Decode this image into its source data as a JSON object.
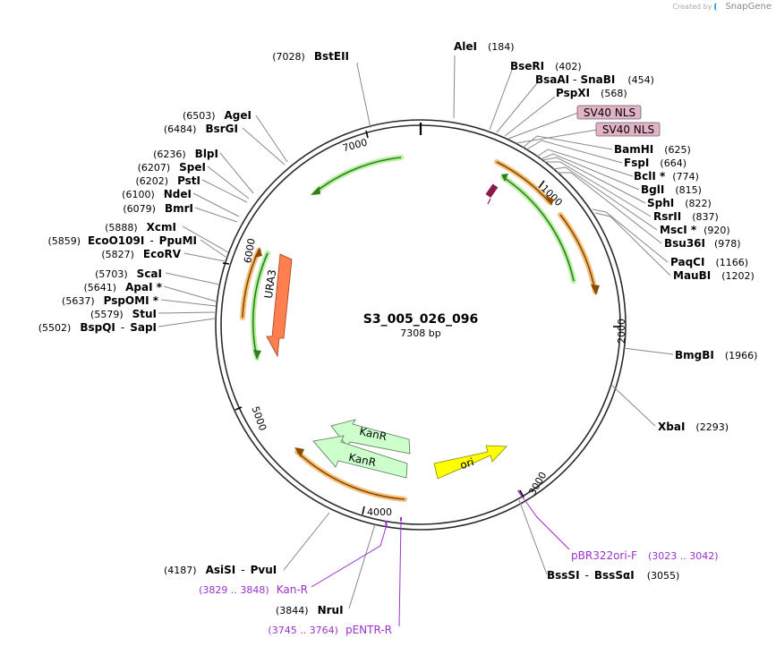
{
  "credit": {
    "created_by": "Created by",
    "brand": "SnapGene"
  },
  "plasmid": {
    "name": "S3_005_026_096",
    "length": "7308 bp"
  },
  "ticks": [
    "1000",
    "2000",
    "3000",
    "4000",
    "5000",
    "6000",
    "7000"
  ],
  "sites": [
    {
      "id": "alei",
      "pos": "(184)",
      "names": [
        "AleI"
      ]
    },
    {
      "id": "bseri",
      "pos": "(402)",
      "names": [
        "BseRI"
      ]
    },
    {
      "id": "bsaai",
      "pos": "(454)",
      "names": [
        "BsaAI",
        "SnaBI"
      ]
    },
    {
      "id": "pspxi",
      "pos": "(568)",
      "names": [
        "PspXI"
      ]
    },
    {
      "id": "bamhi",
      "pos": "(625)",
      "names": [
        "BamHI"
      ]
    },
    {
      "id": "fspi",
      "pos": "(664)",
      "names": [
        "FspI"
      ]
    },
    {
      "id": "bcli",
      "pos": "(774)",
      "names": [
        "BclI *"
      ]
    },
    {
      "id": "bgli",
      "pos": "(815)",
      "names": [
        "BglI"
      ]
    },
    {
      "id": "sphi",
      "pos": "(822)",
      "names": [
        "SphI"
      ]
    },
    {
      "id": "rsrii",
      "pos": "(837)",
      "names": [
        "RsrII"
      ]
    },
    {
      "id": "msci",
      "pos": "(920)",
      "names": [
        "MscI *"
      ]
    },
    {
      "id": "bsu36i",
      "pos": "(978)",
      "names": [
        "Bsu36I"
      ]
    },
    {
      "id": "paqci",
      "pos": "(1166)",
      "names": [
        "PaqCI"
      ]
    },
    {
      "id": "maubi",
      "pos": "(1202)",
      "names": [
        "MauBI"
      ]
    },
    {
      "id": "bmgbi",
      "pos": "(1966)",
      "names": [
        "BmgBI"
      ]
    },
    {
      "id": "xbai",
      "pos": "(2293)",
      "names": [
        "XbaI"
      ]
    },
    {
      "id": "bsssi",
      "pos": "(3055)",
      "names": [
        "BssSI",
        "BssSαI"
      ]
    },
    {
      "id": "nrui",
      "pos": "(3844)",
      "names": [
        "NruI"
      ]
    },
    {
      "id": "asisi",
      "pos": "(4187)",
      "names": [
        "AsiSI",
        "PvuI"
      ]
    },
    {
      "id": "bspqi",
      "pos": "(5502)",
      "names": [
        "BspQI",
        "SapI"
      ]
    },
    {
      "id": "stui",
      "pos": "(5579)",
      "names": [
        "StuI"
      ]
    },
    {
      "id": "pspomi",
      "pos": "(5637)",
      "names": [
        "PspOMI *"
      ]
    },
    {
      "id": "apai",
      "pos": "(5641)",
      "names": [
        "ApaI *"
      ]
    },
    {
      "id": "scai",
      "pos": "(5703)",
      "names": [
        "ScaI"
      ]
    },
    {
      "id": "ecorv",
      "pos": "(5827)",
      "names": [
        "EcoRV"
      ]
    },
    {
      "id": "ecoo109i",
      "pos": "(5859)",
      "names": [
        "EcoO109I",
        "PpuMI"
      ]
    },
    {
      "id": "xcmi",
      "pos": "(5888)",
      "names": [
        "XcmI"
      ]
    },
    {
      "id": "bmri",
      "pos": "(6079)",
      "names": [
        "BmrI"
      ]
    },
    {
      "id": "ndei",
      "pos": "(6100)",
      "names": [
        "NdeI"
      ]
    },
    {
      "id": "psti",
      "pos": "(6202)",
      "names": [
        "PstI"
      ]
    },
    {
      "id": "spei",
      "pos": "(6207)",
      "names": [
        "SpeI"
      ]
    },
    {
      "id": "blpi",
      "pos": "(6236)",
      "names": [
        "BlpI"
      ]
    },
    {
      "id": "bsrgi",
      "pos": "(6484)",
      "names": [
        "BsrGI"
      ]
    },
    {
      "id": "agei",
      "pos": "(6503)",
      "names": [
        "AgeI"
      ]
    },
    {
      "id": "bsteii",
      "pos": "(7028)",
      "names": [
        "BstEII"
      ]
    }
  ],
  "features": [
    {
      "id": "sv40-nls-1",
      "label": "SV40 NLS"
    },
    {
      "id": "sv40-nls-2",
      "label": "SV40 NLS"
    },
    {
      "id": "ura3",
      "label": "URA3"
    },
    {
      "id": "kanr-1",
      "label": "KanR"
    },
    {
      "id": "kanr-2",
      "label": "KanR"
    },
    {
      "id": "ori",
      "label": "ori"
    }
  ],
  "primers": [
    {
      "id": "pbr322ori-f",
      "label": "pBR322ori-F",
      "range": "(3023 .. 3042)"
    },
    {
      "id": "kan-r",
      "label": "Kan-R",
      "range": "(3829 .. 3848)"
    },
    {
      "id": "pentr-r",
      "label": "pENTR-R",
      "range": "(3745 .. 3764)"
    }
  ],
  "colors": {
    "backbone": "#2b2b2b",
    "feature_orange": "#f4c07a",
    "feature_green": "#b7f0a0",
    "ura3": "#ff7f50",
    "kanr": "#ccffcc",
    "ori": "#ffff00",
    "nls_box": "#e3b2c6",
    "primer": "#9933cc",
    "leader": "#888888"
  }
}
